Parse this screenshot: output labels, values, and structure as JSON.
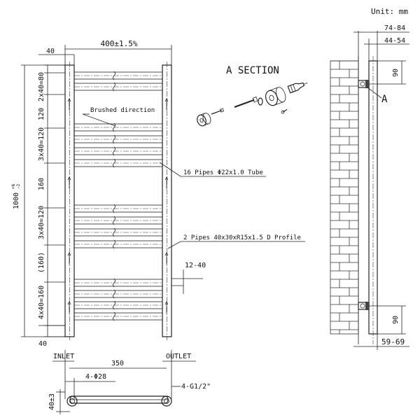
{
  "unit": "Unit: mm",
  "section_title": "A SECTION",
  "front": {
    "width": "400±1.5%",
    "side_offset_top": "40",
    "side_offset_bottom": "40",
    "height": "1000",
    "height_tol_upper": "+6",
    "height_tol_lower": "-2",
    "left_dims": [
      "2x40=80",
      "120",
      "3x40=120",
      "160",
      "3x40=120",
      "(160)",
      "4x40=160"
    ],
    "gap": "12-40",
    "callouts": {
      "brushed": "Brushed direction",
      "tubes": "16 Pipes Φ22x1.0 Tube",
      "profile": "2 Pipes 40x30xR15x1.5 D Profile"
    }
  },
  "bottom": {
    "inlet": "INLET",
    "outlet": "OUTLET",
    "centers": "350",
    "diameter": "4-Φ28",
    "thread": "4-G1/2\"",
    "projection": "40±3"
  },
  "side": {
    "depth_outer": "74-84",
    "depth_inner": "44-54",
    "bracket_top": "90",
    "bracket_bottom": "90",
    "wall_gap": "59-69",
    "section_marker": "A"
  }
}
